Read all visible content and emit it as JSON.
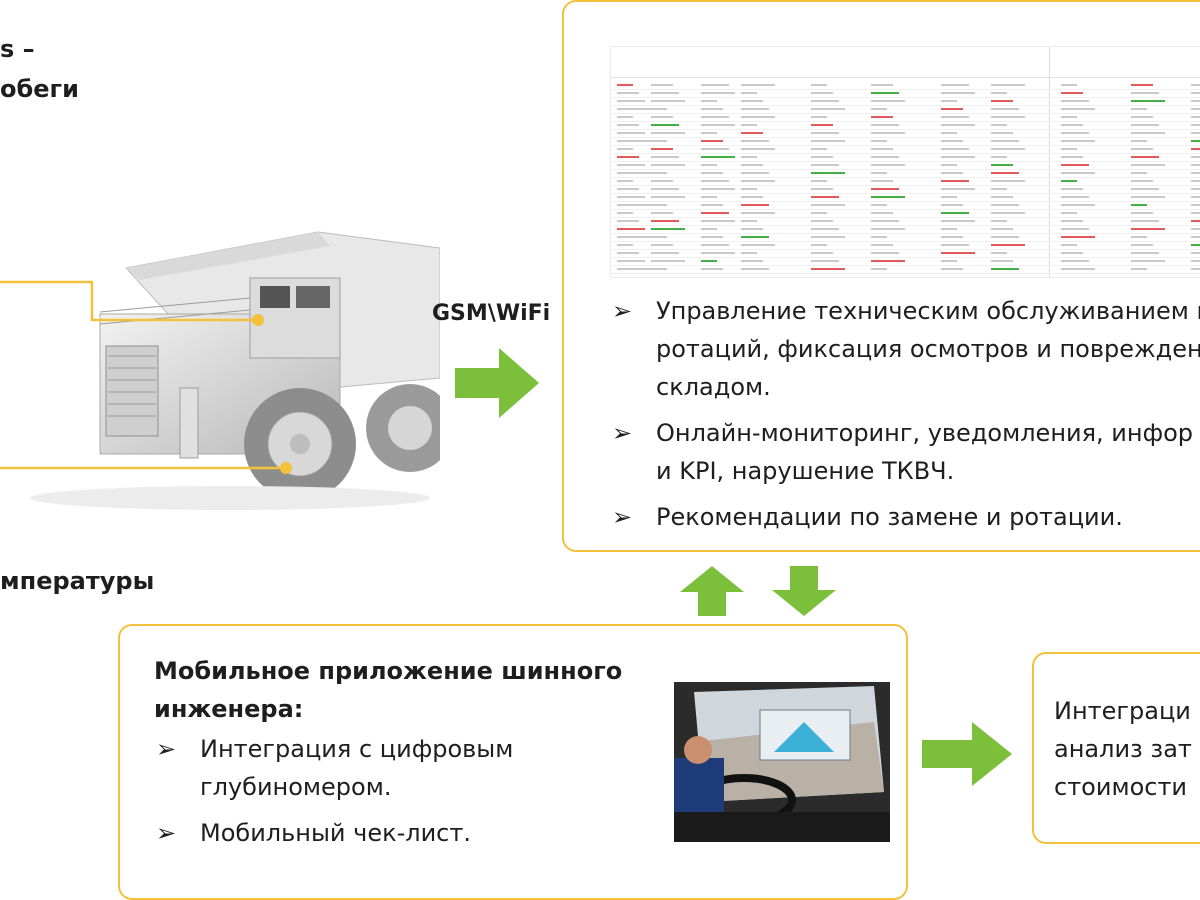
{
  "left_fragments": {
    "top_line1": "s –",
    "top_line2": "обеги",
    "bottom": "мпературы"
  },
  "gsm_label": "GSM\\WiFi",
  "top_box": {
    "items": [
      {
        "marker": "➢",
        "lines": [
          "Управление техническим обслуживанием ш",
          "ротаций, фиксация осмотров и повреждени",
          "складом."
        ]
      },
      {
        "marker": "➢",
        "lines": [
          "Онлайн-мониторинг, уведомления, инфор",
          "и KPI, нарушение ТКВЧ."
        ]
      },
      {
        "marker": "➢",
        "lines": [
          "Рекомендации по замене и ротации."
        ]
      }
    ]
  },
  "mobile_box": {
    "title_lines": [
      "Мобильное приложение шинного",
      "инженера:"
    ],
    "items": [
      {
        "marker": "➢",
        "lines": [
          "Интеграция с цифровым",
          "глубиномером."
        ]
      },
      {
        "marker": "➢",
        "lines": [
          "Мобильный чек-лист."
        ]
      }
    ]
  },
  "right_box": {
    "lines": [
      "Интеграци",
      "анализ зат",
      "стоимости"
    ]
  },
  "colors": {
    "box_border": "#f3c13a",
    "arrow": "#7cbf3a",
    "connector": "#f3c13a"
  }
}
